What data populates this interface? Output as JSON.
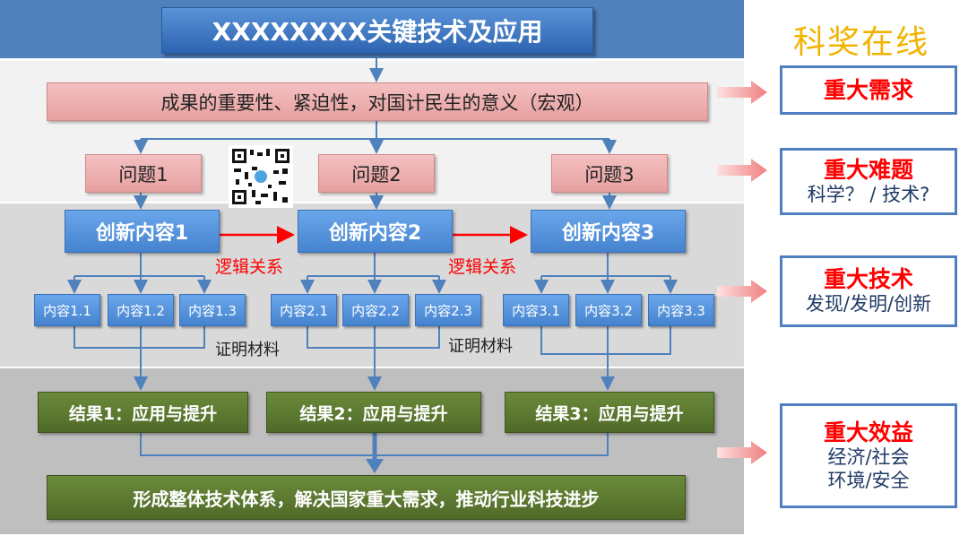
{
  "title": "XXXXXXXX关键技术及应用",
  "significance": "成果的重要性、紧迫性，对国计民生的意义（宏观）",
  "problems": [
    "问题1",
    "问题2",
    "问题3"
  ],
  "innovations": [
    "创新内容1",
    "创新内容2",
    "创新内容3"
  ],
  "relation_label": "逻辑关系",
  "contents": [
    [
      "内容1.1",
      "内容1.2",
      "内容1.3"
    ],
    [
      "内容2.1",
      "内容2.2",
      "内容2.3"
    ],
    [
      "内容3.1",
      "内容3.2",
      "内容3.3"
    ]
  ],
  "evidence_label": "证明材料",
  "results": [
    "结果1：应用与提升",
    "结果2：应用与提升",
    "结果3：应用与提升"
  ],
  "final": "形成整体技术体系，解决国家重大需求，推动行业科技进步",
  "brand": "科奖在线",
  "side": {
    "demand": {
      "title": "重大需求"
    },
    "difficulty": {
      "title": "重大难题",
      "sub": "科学？ / 技术?"
    },
    "technology": {
      "title": "重大技术",
      "sub": "发现/发明/创新"
    },
    "benefit": {
      "title": "重大效益",
      "sub1": "经济/社会",
      "sub2": "环境/安全"
    }
  },
  "colors": {
    "band_top": "#4f81bd",
    "band_1": "#f2f2f2",
    "band_2": "#d9d9d9",
    "band_3": "#bfbfbf",
    "brand": "#f0b400"
  }
}
